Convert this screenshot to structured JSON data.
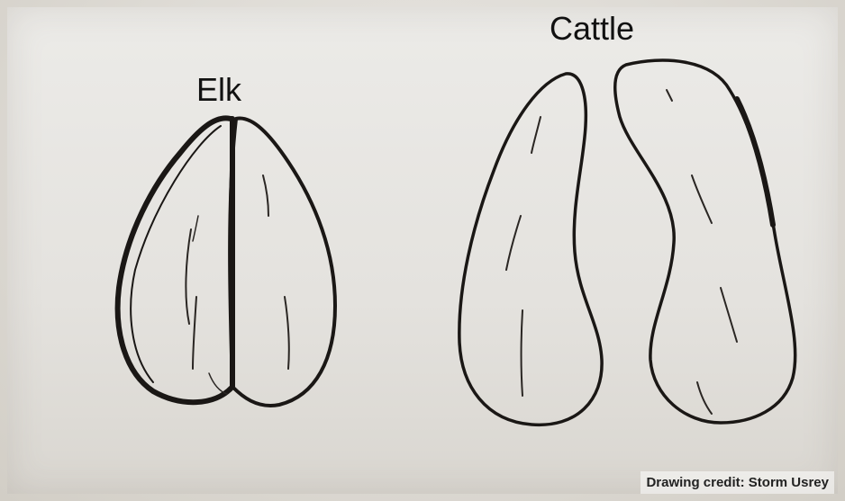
{
  "labels": {
    "elk": "Elk",
    "cattle": "Cattle"
  },
  "credit": "Drawing credit: Storm Usrey"
}
